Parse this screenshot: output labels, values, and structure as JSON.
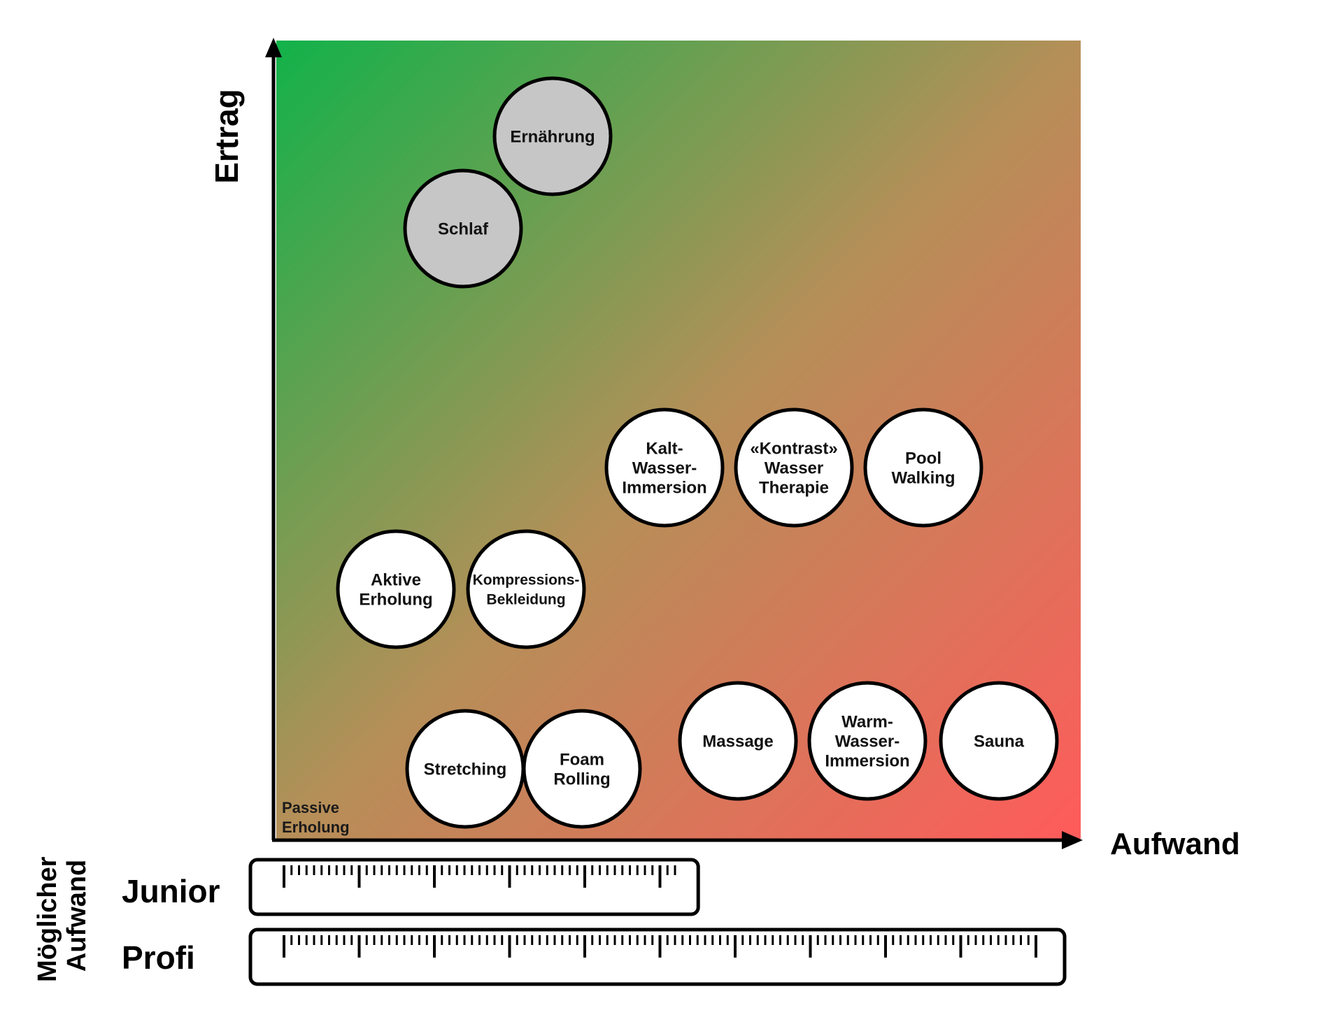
{
  "axes": {
    "y_label": "Ertrag",
    "x_label": "Aufwand",
    "corner_label": [
      "Passive",
      "Erholung"
    ]
  },
  "gradient": {
    "top_left": "#12b24a",
    "mid": "#b58f58",
    "bottom_right": "#ff5b5b"
  },
  "items": [
    {
      "lines": [
        "Ernährung"
      ],
      "fill": "#c6c6c6"
    },
    {
      "lines": [
        "Schlaf"
      ],
      "fill": "#c6c6c6"
    },
    {
      "lines": [
        "Kalt-",
        "Wasser-",
        "Immersion"
      ],
      "fill": "#ffffff"
    },
    {
      "lines": [
        "«Kontrast»",
        "Wasser",
        "Therapie"
      ],
      "fill": "#ffffff"
    },
    {
      "lines": [
        "Pool",
        "Walking"
      ],
      "fill": "#ffffff"
    },
    {
      "lines": [
        "Aktive",
        "Erholung"
      ],
      "fill": "#ffffff"
    },
    {
      "lines": [
        "Kompressions-",
        "Bekleidung"
      ],
      "fill": "#ffffff"
    },
    {
      "lines": [
        "Stretching"
      ],
      "fill": "#ffffff"
    },
    {
      "lines": [
        "Foam",
        "Rolling"
      ],
      "fill": "#ffffff"
    },
    {
      "lines": [
        "Massage"
      ],
      "fill": "#ffffff"
    },
    {
      "lines": [
        "Warm-",
        "Wasser-",
        "Immersion"
      ],
      "fill": "#ffffff"
    },
    {
      "lines": [
        "Sauna"
      ],
      "fill": "#ffffff"
    }
  ],
  "effort": {
    "section_label": [
      "Möglicher",
      "Aufwand"
    ],
    "rows": [
      {
        "label": "Junior",
        "ticks": 1,
        "scale_fraction": 0.55
      },
      {
        "label": "Profi",
        "ticks": 1,
        "scale_fraction": 1.0
      }
    ]
  }
}
